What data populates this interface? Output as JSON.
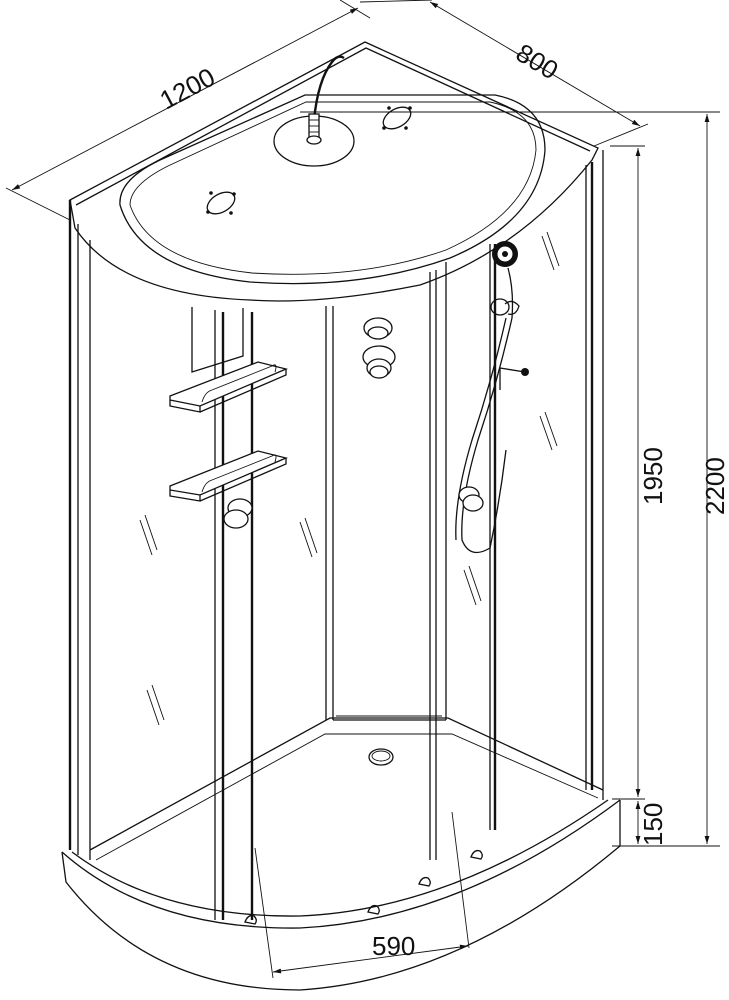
{
  "diagram": {
    "subject": "Quarter-round (D-shaped) shower cabin, technical dimension drawing",
    "dimensions": {
      "width": "1200",
      "depth": "800",
      "glass_height": "1950",
      "total_height": "2200",
      "tray_height": "150",
      "door_opening": "590"
    },
    "components": [
      "ceiling-panel",
      "rain-shower-head",
      "ceiling-lights",
      "glass-shelves",
      "massage-jets",
      "hand-shower",
      "shower-hose",
      "mixer-handle",
      "sliding-doors",
      "shower-tray",
      "drain"
    ]
  }
}
